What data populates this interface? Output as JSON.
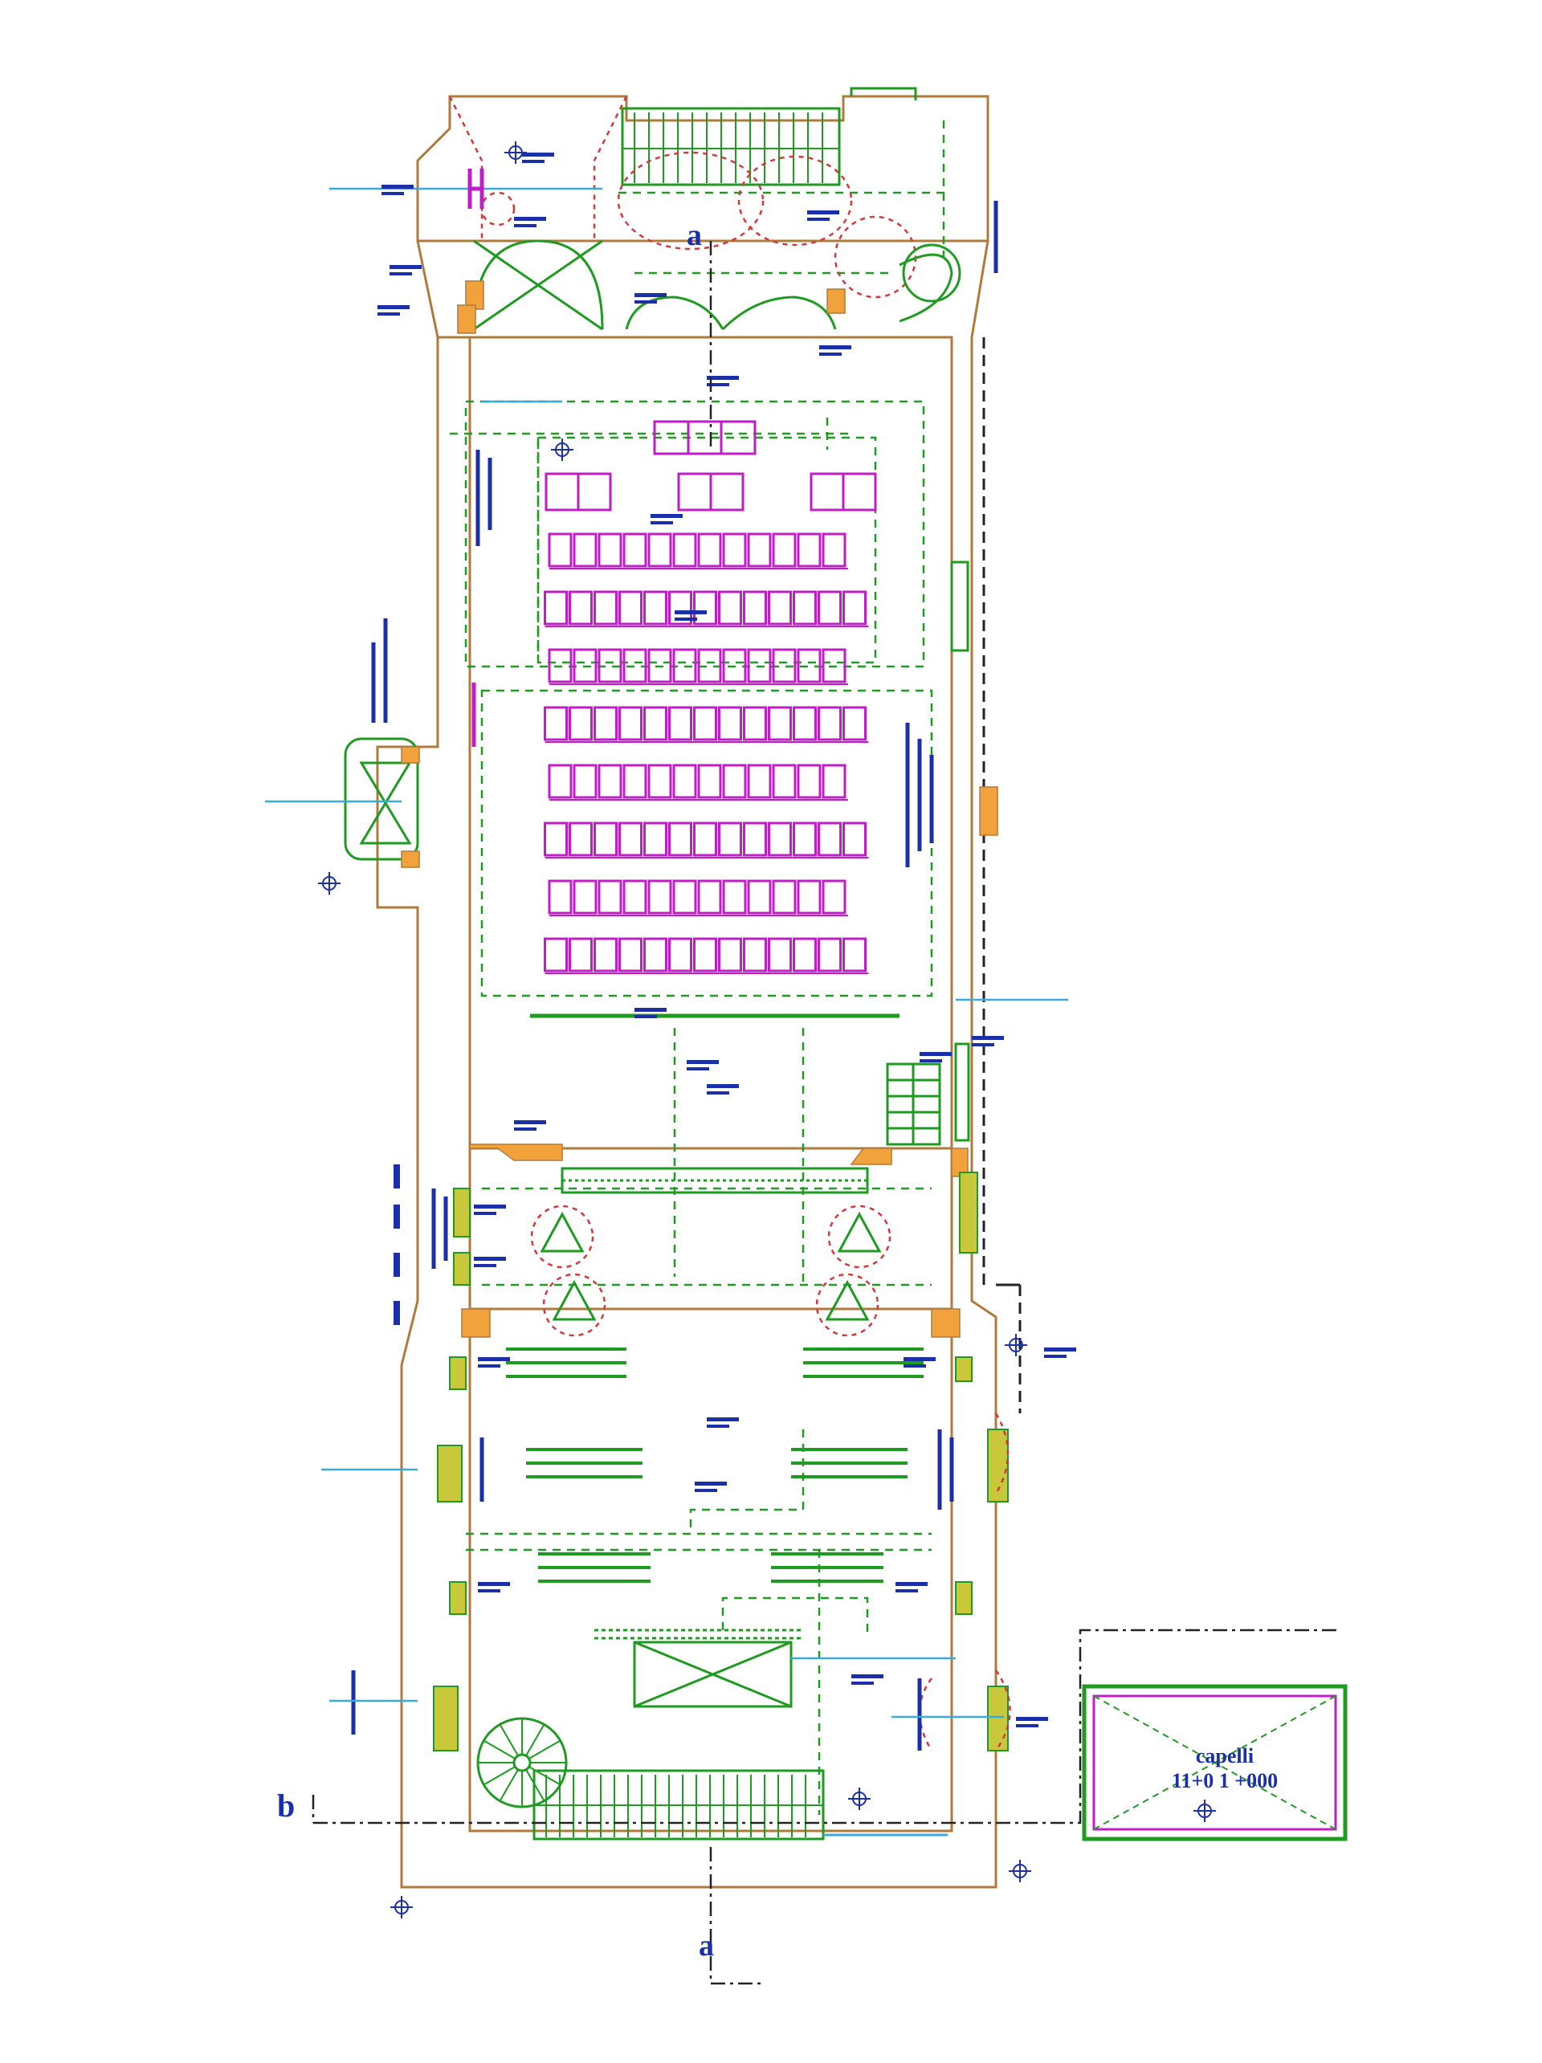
{
  "section_markers": {
    "a_top": "a",
    "a_bottom": "a",
    "b_left": "b"
  },
  "annex": {
    "title": "capelli",
    "subtitle": "11+0 1 +000"
  },
  "colors": {
    "wall": "#b07a3c",
    "green": "#1e9b20",
    "seat": "#c21bc8",
    "dim_blue": "#1a2fa8",
    "light_blue": "#3aa9e0",
    "red_dash": "#d23a3a",
    "column": "#f2a23a",
    "column_alt": "#c8c83a"
  },
  "seating": {
    "rows": [
      {
        "seats": 12
      },
      {
        "seats": 13
      },
      {
        "seats": 12
      },
      {
        "seats": 13
      },
      {
        "seats": 12
      },
      {
        "seats": 13
      },
      {
        "seats": 12
      },
      {
        "seats": 13
      }
    ]
  }
}
